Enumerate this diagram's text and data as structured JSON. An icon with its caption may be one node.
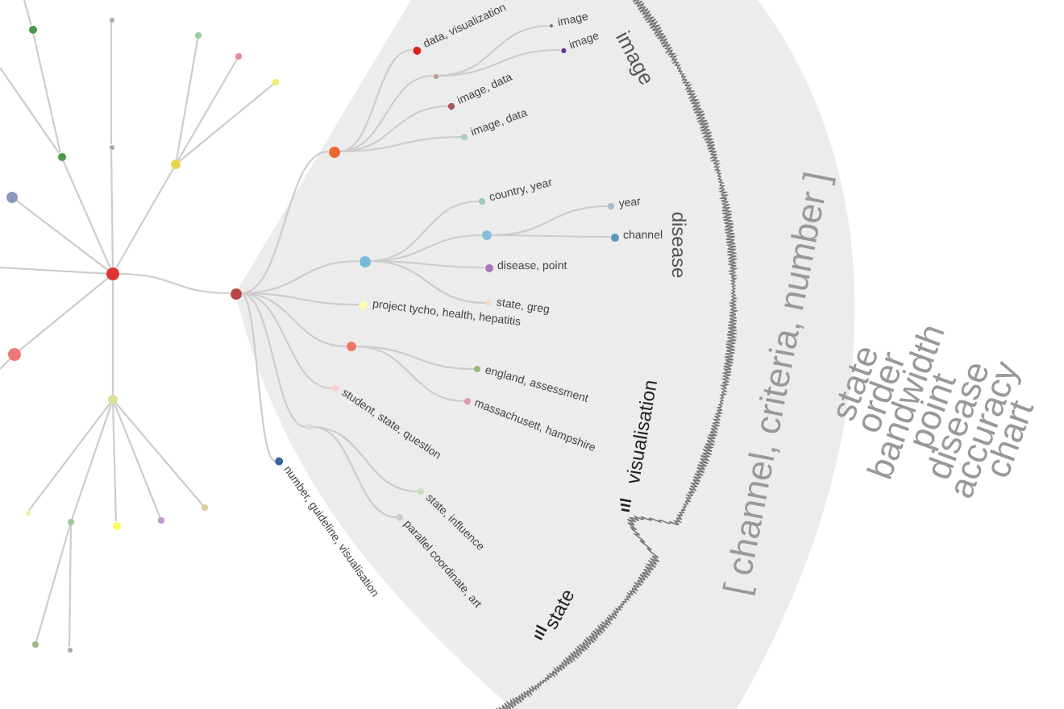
{
  "diagram": {
    "nodes": [
      {
        "text": [],
        "shape": "circle"
      },
      {
        "text": [],
        "shape": "circle"
      },
      {
        "text": [],
        "shape": "circle"
      },
      {
        "text": [],
        "shape": "circle"
      },
      {
        "text": [],
        "shape": "circle"
      },
      {
        "text": [],
        "shape": "circle"
      },
      {
        "text": [],
        "shape": "circle"
      },
      {
        "text": [],
        "shape": "circle"
      },
      {
        "text": [],
        "shape": "circle"
      },
      {
        "text": [],
        "shape": "circle"
      },
      {
        "text": [],
        "shape": "circle"
      },
      {
        "text": [],
        "shape": "circle"
      },
      {
        "text": [],
        "shape": "circle"
      },
      {
        "text": [],
        "shape": "circle"
      },
      {
        "text": [],
        "shape": "circle"
      },
      {
        "text": [],
        "shape": "circle"
      },
      {
        "text": [],
        "shape": "circle"
      },
      {
        "text": [],
        "shape": "circle"
      },
      {
        "text": [],
        "shape": "circle"
      },
      {
        "text": [],
        "shape": "circle"
      },
      {
        "text": [],
        "shape": "circle"
      },
      {
        "text": [
          "data, visualization"
        ]
      },
      {
        "text": [],
        "shape": "circle"
      },
      {
        "text": [
          "image"
        ]
      },
      {
        "text": [
          "image"
        ]
      },
      {
        "text": [
          "image, data"
        ]
      },
      {
        "text": [
          "image, data"
        ]
      },
      {
        "text": [],
        "shape": "circle"
      },
      {
        "text": [
          "country, year"
        ]
      },
      {
        "text": [],
        "shape": "circle"
      },
      {
        "text": [
          "year"
        ]
      },
      {
        "text": [
          "channel"
        ]
      },
      {
        "text": [
          "disease, point"
        ]
      },
      {
        "text": [
          "state, greg"
        ]
      },
      {
        "text": [
          "project tycho, health, hepatitis"
        ]
      },
      {
        "text": [],
        "shape": "circle"
      },
      {
        "text": [
          "england, assessment"
        ]
      },
      {
        "text": [
          "massachusett, hampshire"
        ]
      },
      {
        "text": [
          "student, state, question"
        ]
      },
      {
        "text": [],
        "shape": "circle"
      },
      {
        "text": [
          "state, influence"
        ]
      },
      {
        "text": [
          "parallel coordinate, art"
        ]
      },
      {
        "text": [
          "number, guideline, visualisation"
        ]
      }
    ],
    "edges": [
      {
        "from": null,
        "to": 0,
        "arrow": "none"
      },
      {
        "from": null,
        "to": 1,
        "arrow": "none"
      },
      {
        "from": null,
        "to": 2,
        "arrow": "none"
      },
      {
        "from": null,
        "to": 10,
        "arrow": "none"
      },
      {
        "from": 0,
        "to": 1,
        "arrow": "none"
      },
      {
        "from": 1,
        "to": 2,
        "arrow": "none"
      },
      {
        "from": 0,
        "to": 3,
        "arrow": "none"
      },
      {
        "from": 3,
        "to": 4,
        "arrow": "none"
      },
      {
        "from": 0,
        "to": 5,
        "arrow": "none"
      },
      {
        "from": 5,
        "to": 6,
        "arrow": "none"
      },
      {
        "from": 5,
        "to": 7,
        "arrow": "none"
      },
      {
        "from": 5,
        "to": 8,
        "arrow": "none"
      },
      {
        "from": 0,
        "to": 9,
        "arrow": "none"
      },
      {
        "from": 0,
        "to": 10,
        "arrow": "none"
      },
      {
        "from": 0,
        "to": 11,
        "arrow": "none"
      },
      {
        "from": 11,
        "to": 12,
        "arrow": "none"
      },
      {
        "from": 11,
        "to": 13,
        "arrow": "none"
      },
      {
        "from": 11,
        "to": 14,
        "arrow": "none"
      },
      {
        "from": 11,
        "to": 15,
        "arrow": "none"
      },
      {
        "from": 11,
        "to": 16,
        "arrow": "none"
      },
      {
        "from": 13,
        "to": 17,
        "arrow": "none"
      },
      {
        "from": 13,
        "to": 18,
        "arrow": "none"
      },
      {
        "from": 0,
        "to": 19,
        "arrow": "none"
      },
      {
        "from": 19,
        "to": 20,
        "arrow": "none"
      },
      {
        "from": 20,
        "to": 21,
        "arrow": "none"
      },
      {
        "from": 20,
        "to": 22,
        "arrow": "none"
      },
      {
        "from": 22,
        "to": 23,
        "arrow": "none"
      },
      {
        "from": 22,
        "to": 24,
        "arrow": "none"
      },
      {
        "from": 20,
        "to": 25,
        "arrow": "none"
      },
      {
        "from": 20,
        "to": 26,
        "arrow": "none"
      },
      {
        "from": 19,
        "to": 27,
        "arrow": "none"
      },
      {
        "from": 27,
        "to": 28,
        "arrow": "none"
      },
      {
        "from": 27,
        "to": 29,
        "arrow": "none"
      },
      {
        "from": 29,
        "to": 30,
        "arrow": "none"
      },
      {
        "from": 29,
        "to": 31,
        "arrow": "none"
      },
      {
        "from": 27,
        "to": 32,
        "arrow": "none"
      },
      {
        "from": 27,
        "to": 33,
        "arrow": "none"
      },
      {
        "from": 19,
        "to": 34,
        "arrow": "none"
      },
      {
        "from": 19,
        "to": 35,
        "arrow": "none"
      },
      {
        "from": 35,
        "to": 36,
        "arrow": "none"
      },
      {
        "from": 35,
        "to": 37,
        "arrow": "none"
      },
      {
        "from": 19,
        "to": 38,
        "arrow": "none"
      },
      {
        "from": 19,
        "to": 39,
        "arrow": "none"
      },
      {
        "from": 39,
        "to": 40,
        "arrow": "none"
      },
      {
        "from": 39,
        "to": 41,
        "arrow": "none"
      },
      {
        "from": 19,
        "to": 42,
        "arrow": "none"
      }
    ],
    "labels": [
      "image",
      "disease",
      "visualisation",
      "state",
      "[ channel, criteria, number ]",
      "state",
      "order",
      "bandwidth",
      "point",
      "disease",
      "accuracy",
      "chart"
    ]
  }
}
